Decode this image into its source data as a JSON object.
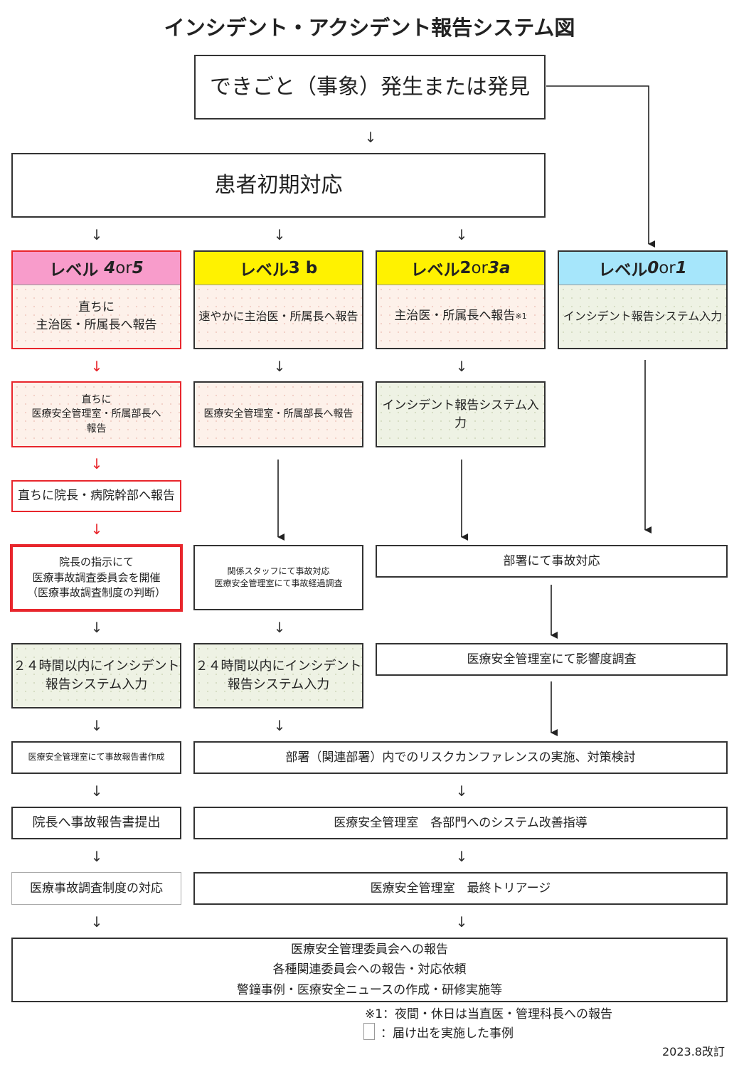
{
  "title": "インシデント・アクシデント報告システム図",
  "start_box": "できごと（事象）発生または発見",
  "initial_response": "患者初期対応",
  "levels": [
    {
      "head_a": "レベル",
      "head_b": "4",
      "head_c": " or",
      "head_d": "5",
      "head_color": "#f89ccb",
      "text": "直ちに\n主治医・所属長へ報告"
    },
    {
      "head_a": "レベル",
      "head_b": "3 b",
      "head_c": "",
      "head_d": "",
      "head_color": "#fff200",
      "text": "速やかに主治医・所属長へ報告"
    },
    {
      "head_a": "レベル",
      "head_b": "2",
      "head_c": " or",
      "head_d": "3a",
      "head_color": "#fff200",
      "text": "主治医・所属長へ報告",
      "note_mark": "※1"
    },
    {
      "head_a": "レベル",
      "head_b": " 0",
      "head_c": " or",
      "head_d": "1",
      "head_color": "#a6e6fb",
      "text": "インシデント報告システム入力"
    }
  ],
  "row3": {
    "col1": "直ちに\n医療安全管理室・所属部長へ\n報告",
    "col2": "医療安全管理室・所属部長へ報告",
    "col3": "インシデント報告システム入力"
  },
  "row4_col1": "直ちに院長・病院幹部へ報告",
  "row5": {
    "col1": "院長の指示にて\n医療事故調査委員会を開催\n（医療事故調査制度の判断）",
    "col2": "関係スタッフにて事故対応\n医療安全管理室にて事故経過調査",
    "col34": "部署にて事故対応"
  },
  "row6": {
    "col1": "２４時間以内にインシデント\n報告システム入力",
    "col2": "２４時間以内にインシデント\n報告システム入力",
    "col34": "医療安全管理室にて影響度調査"
  },
  "row7": {
    "col1": "医療安全管理室にて事故報告書作成",
    "wide": "部署（関連部署）内でのリスクカンファレンスの実施、対策検討"
  },
  "row8": {
    "col1": "院長へ事故報告書提出",
    "wide": "医療安全管理室　各部門へのシステム改善指導"
  },
  "row9": {
    "col1": "医療事故調査制度の対応",
    "wide": "医療安全管理室　最終トリアージ"
  },
  "final_box": "医療安全管理委員会への報告\n各種関連委員会への報告・対応依頼\n警鐘事例・医療安全ニュースの作成・研修実施等",
  "footnote": "※1：夜間・休日は当直医・管理科長への報告",
  "legend": "：届け出を実施した事例",
  "revision": "2023.8改訂",
  "arrow_glyph": "↓"
}
